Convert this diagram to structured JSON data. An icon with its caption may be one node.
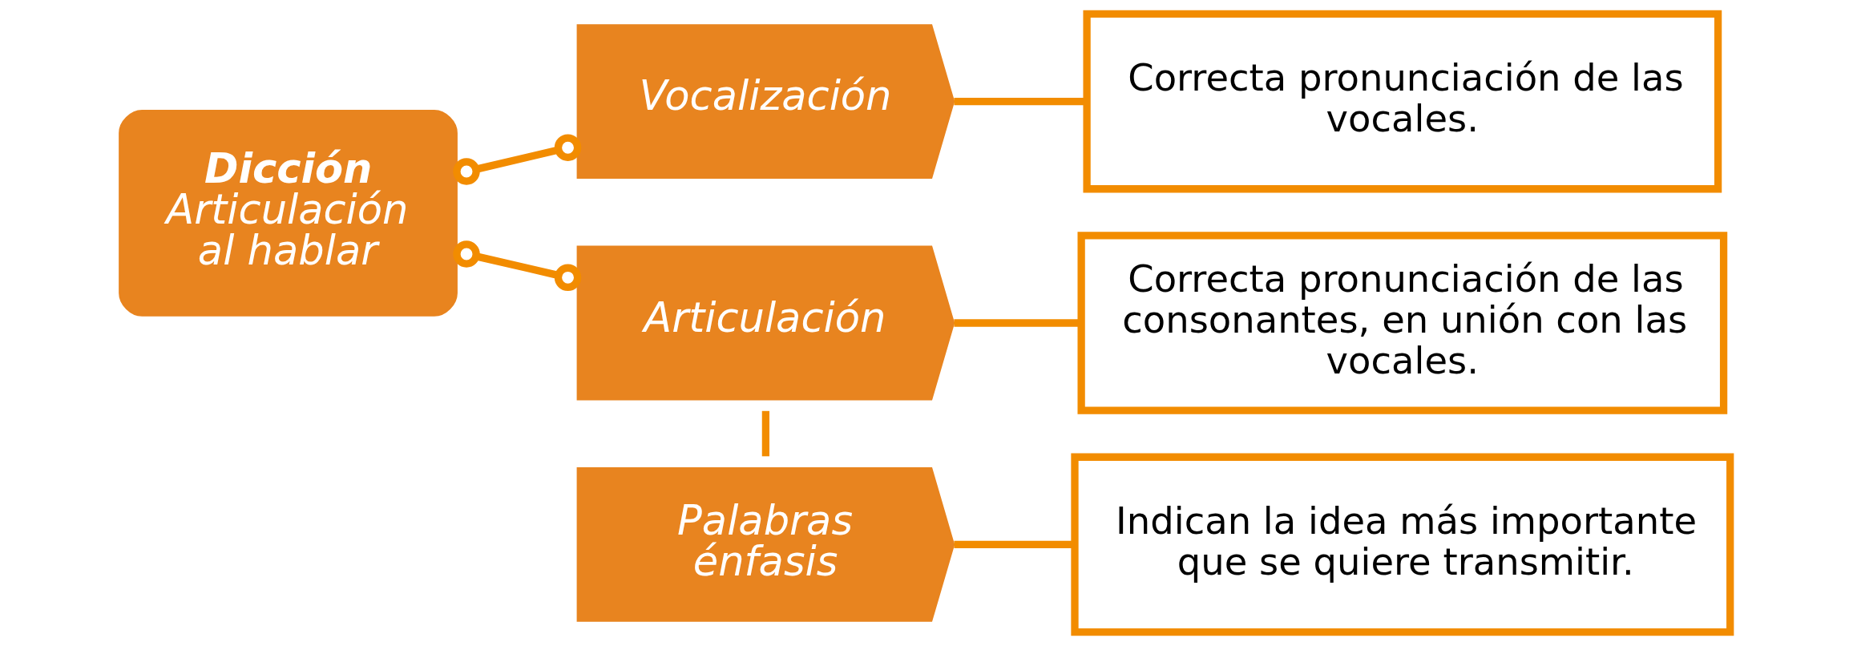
{
  "diagram": {
    "nodes": [
      {
        "text": [
          "Dicción",
          "Articulación al hablar"
        ]
      },
      {
        "text": [
          "Vocalización"
        ]
      },
      {
        "text": [
          "Articulación"
        ]
      },
      {
        "text": [
          "Palabras énfasis"
        ]
      },
      {
        "text": [
          "Correcta pronunciación de las vocales."
        ]
      },
      {
        "text": [
          "Correcta pronunciación de las consonantes, en unión con las vocales."
        ]
      },
      {
        "text": [
          "Indican la idea más importante que se quiere transmitir."
        ]
      }
    ],
    "edges": [
      {
        "from": 0,
        "to": 1,
        "arrow": "other"
      },
      {
        "from": 0,
        "to": 2,
        "arrow": "other"
      },
      {
        "from": 2,
        "to": 3,
        "arrow": "none"
      },
      {
        "from": 1,
        "to": 4,
        "arrow": "none"
      },
      {
        "from": 2,
        "to": 5,
        "arrow": "none"
      },
      {
        "from": 3,
        "to": 6,
        "arrow": "none"
      }
    ]
  }
}
